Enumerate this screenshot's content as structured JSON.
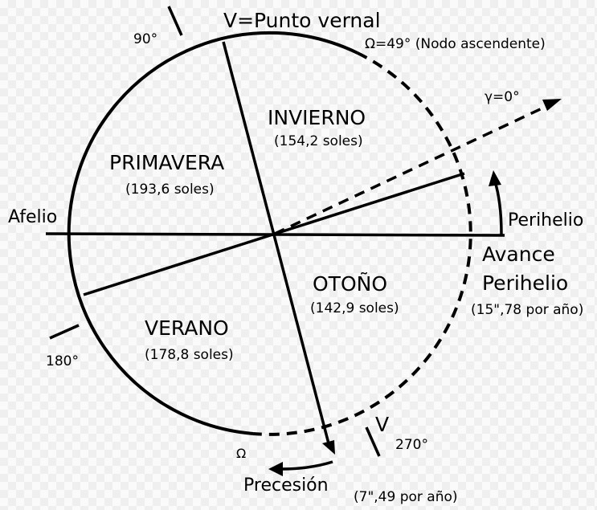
{
  "labels": {
    "vernal_point": "V=Punto vernal",
    "node": "Ω=49° (Nodo ascendente)",
    "gamma": "γ=0°",
    "perihelio": "Perihelio",
    "afelio": "Afelio",
    "avance_line1": "Avance",
    "avance_line2": "Perihelio",
    "avance_rate": "(15\",78 por año)",
    "precesion": "Precesión",
    "precesion_rate": "(7\",49 por año)",
    "v_mark": "V",
    "omega_mark": "Ω"
  },
  "angles": {
    "a90": "90°",
    "a180": "180°",
    "a270": "270°"
  },
  "seasons": {
    "invierno": {
      "name": "INVIERNO",
      "days": "(154,2 soles)"
    },
    "primavera": {
      "name": "PRIMAVERA",
      "days": "(193,6 soles)"
    },
    "otono": {
      "name": "OTOÑO",
      "days": "(142,9 soles)"
    },
    "verano": {
      "name": "VERANO",
      "days": "(178,8 soles)"
    }
  }
}
